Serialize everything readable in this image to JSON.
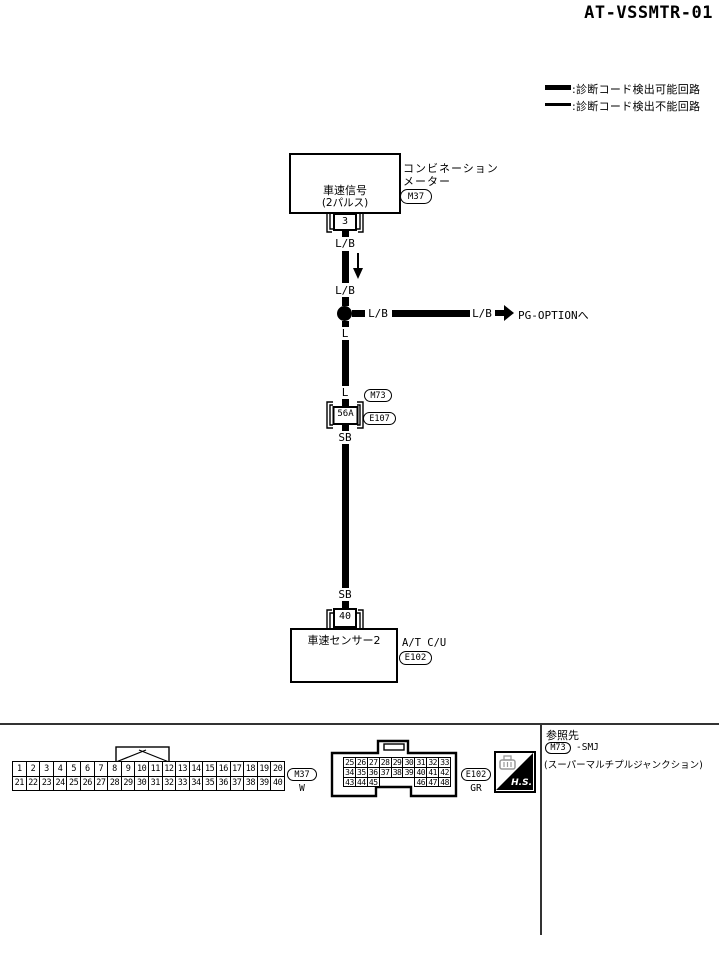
{
  "title": "AT-VSSMTR-01",
  "legend": {
    "detectable_label": ":診断コード検出可能回路",
    "undetectable_label": ":診断コード検出不能回路"
  },
  "meter": {
    "name_line1": "コンビネーション",
    "name_line2": "メーター",
    "connector": "M37",
    "signal_line1": "車速信号",
    "signal_line2": "(2パルス)",
    "pin": "3"
  },
  "wires": {
    "seg1_color": "L/B",
    "seg2_color": "L/B",
    "seg3_color": "L",
    "seg4_color": "L",
    "seg5_color": "SB",
    "seg6_color": "SB",
    "branch_color1": "L/B",
    "branch_color2": "L/B",
    "branch_destination": "PG-OPTIONへ"
  },
  "smj": {
    "pin": "56A",
    "connector_above": "M73",
    "connector_below": "E107"
  },
  "sensor": {
    "name": "車速センサー2",
    "unit": "A/T C/U",
    "connector": "E102",
    "pin": "40"
  },
  "pinouts": {
    "m37": {
      "id": "M37",
      "color": "W",
      "rows": [
        [
          1,
          2,
          3,
          4,
          5,
          6,
          7,
          8,
          9,
          10,
          11,
          12,
          13,
          14,
          15,
          16,
          17,
          18,
          19,
          20
        ],
        [
          21,
          22,
          23,
          24,
          25,
          26,
          27,
          28,
          29,
          30,
          31,
          32,
          33,
          34,
          35,
          36,
          37,
          38,
          39,
          40
        ]
      ]
    },
    "e102": {
      "id": "E102",
      "color": "GR",
      "rows": [
        [
          25,
          26,
          27,
          28,
          29,
          30,
          31,
          32,
          33
        ],
        [
          34,
          35,
          36,
          37,
          38,
          39,
          40,
          41,
          42
        ],
        [
          43,
          44,
          45,
          null,
          null,
          null,
          46,
          47,
          48
        ]
      ]
    },
    "hs_label": "H.S."
  },
  "reference": {
    "heading": "参照先",
    "connector": "M73",
    "target": "-SMJ",
    "note": "(スーパーマルチプルジャンクション)"
  }
}
